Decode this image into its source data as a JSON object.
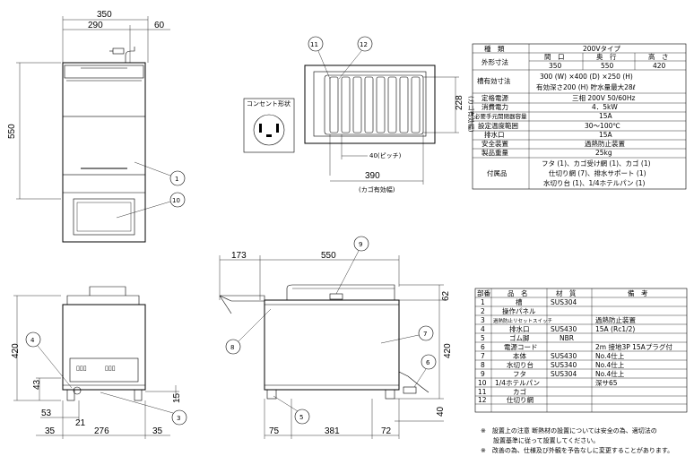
{
  "front_view": {
    "dim_total_width": "350",
    "dim_body_width": "290",
    "dim_cord": "60",
    "dim_height": "550",
    "callout_1": "1",
    "callout_10": "10"
  },
  "top_view": {
    "callout_11": "11",
    "callout_12": "12",
    "dim_basket_depth": "228",
    "dim_basket_depth_note": "(カゴ有効幅)",
    "dim_pitch": "40(ピッチ)",
    "dim_basket_width": "390",
    "dim_basket_width_note": "(カゴ有効幅)"
  },
  "outlet": {
    "label": "コンセント形状"
  },
  "spec_table": {
    "rows": [
      {
        "label": "種　類",
        "value": "200Vタイプ"
      },
      {
        "label": "外形寸法",
        "sub": [
          "間　口",
          "奥　行",
          "高　さ"
        ],
        "vals": [
          "350",
          "550",
          "420"
        ]
      },
      {
        "label": "槽有効寸法",
        "value": "300 (W) ×400 (D) ×250 (H)",
        "value2": "有効深さ200 (H)  貯水量最大28ℓ"
      },
      {
        "label": "定格電源",
        "value": "三相  200V  50/60Hz"
      },
      {
        "label": "消費電力",
        "value": "4．5kW"
      },
      {
        "label": "必要手元開閉器容量",
        "value": "15A"
      },
      {
        "label": "設定温度範囲",
        "value": "30～100℃"
      },
      {
        "label": "排水口",
        "value": "15A"
      },
      {
        "label": "安全装置",
        "value": "過熱防止装置"
      },
      {
        "label": "製品重量",
        "value": "25kg"
      },
      {
        "label": "付属品",
        "lines": [
          "フタ (1)、カゴ受け網 (1)、カゴ (1)",
          "仕切り網 (7)、排水サポート (1)",
          "水切り台 (1)、1/4ホテルパン (1)"
        ]
      }
    ]
  },
  "side_view": {
    "dim_lid": "173",
    "dim_depth": "550",
    "dim_top": "62",
    "dim_height": "420",
    "dim_foot": "40",
    "dim_75": "75",
    "dim_381": "381",
    "dim_72": "72",
    "callout_5": "5",
    "callout_6": "6",
    "callout_7": "7",
    "callout_8": "8",
    "callout_9": "9"
  },
  "front_low_view": {
    "dim_height": "420",
    "dim_43": "43",
    "dim_15": "15",
    "dim_53": "53",
    "dim_21": "21",
    "dim_35a": "35",
    "dim_276": "276",
    "dim_35b": "35",
    "callout_3": "3",
    "callout_4": "4"
  },
  "parts_table": {
    "headers": [
      "部番",
      "品　名",
      "材　質",
      "備　考"
    ],
    "rows": [
      [
        "1",
        "槽",
        "SUS304",
        ""
      ],
      [
        "2",
        "操作パネル",
        "",
        ""
      ],
      [
        "3",
        "過熱防止リセットスイッチ",
        "",
        "過熱防止装置"
      ],
      [
        "4",
        "排水口",
        "SUS430",
        "15A (Rc1/2)"
      ],
      [
        "5",
        "ゴム脚",
        "NBR",
        ""
      ],
      [
        "6",
        "電源コード",
        "",
        "2m 接地3P 15Aプラグ付"
      ],
      [
        "7",
        "本体",
        "SUS430",
        "No.4仕上"
      ],
      [
        "8",
        "水切り台",
        "SUS340",
        "No.4仕上"
      ],
      [
        "9",
        "フタ",
        "SUS304",
        "No.4仕上"
      ],
      [
        "10",
        "1/4ホテルパン",
        "",
        "深サ65"
      ],
      [
        "11",
        "カゴ",
        "",
        ""
      ],
      [
        "12",
        "仕切り網",
        "",
        ""
      ]
    ]
  },
  "notes": [
    "※　設置上の注意  断熱材の設置については安全の為、適切法の",
    "　　設置基準に従って設置してください。",
    "※　改善の為、仕様及び外観を予告なしに変更することがあります。"
  ]
}
